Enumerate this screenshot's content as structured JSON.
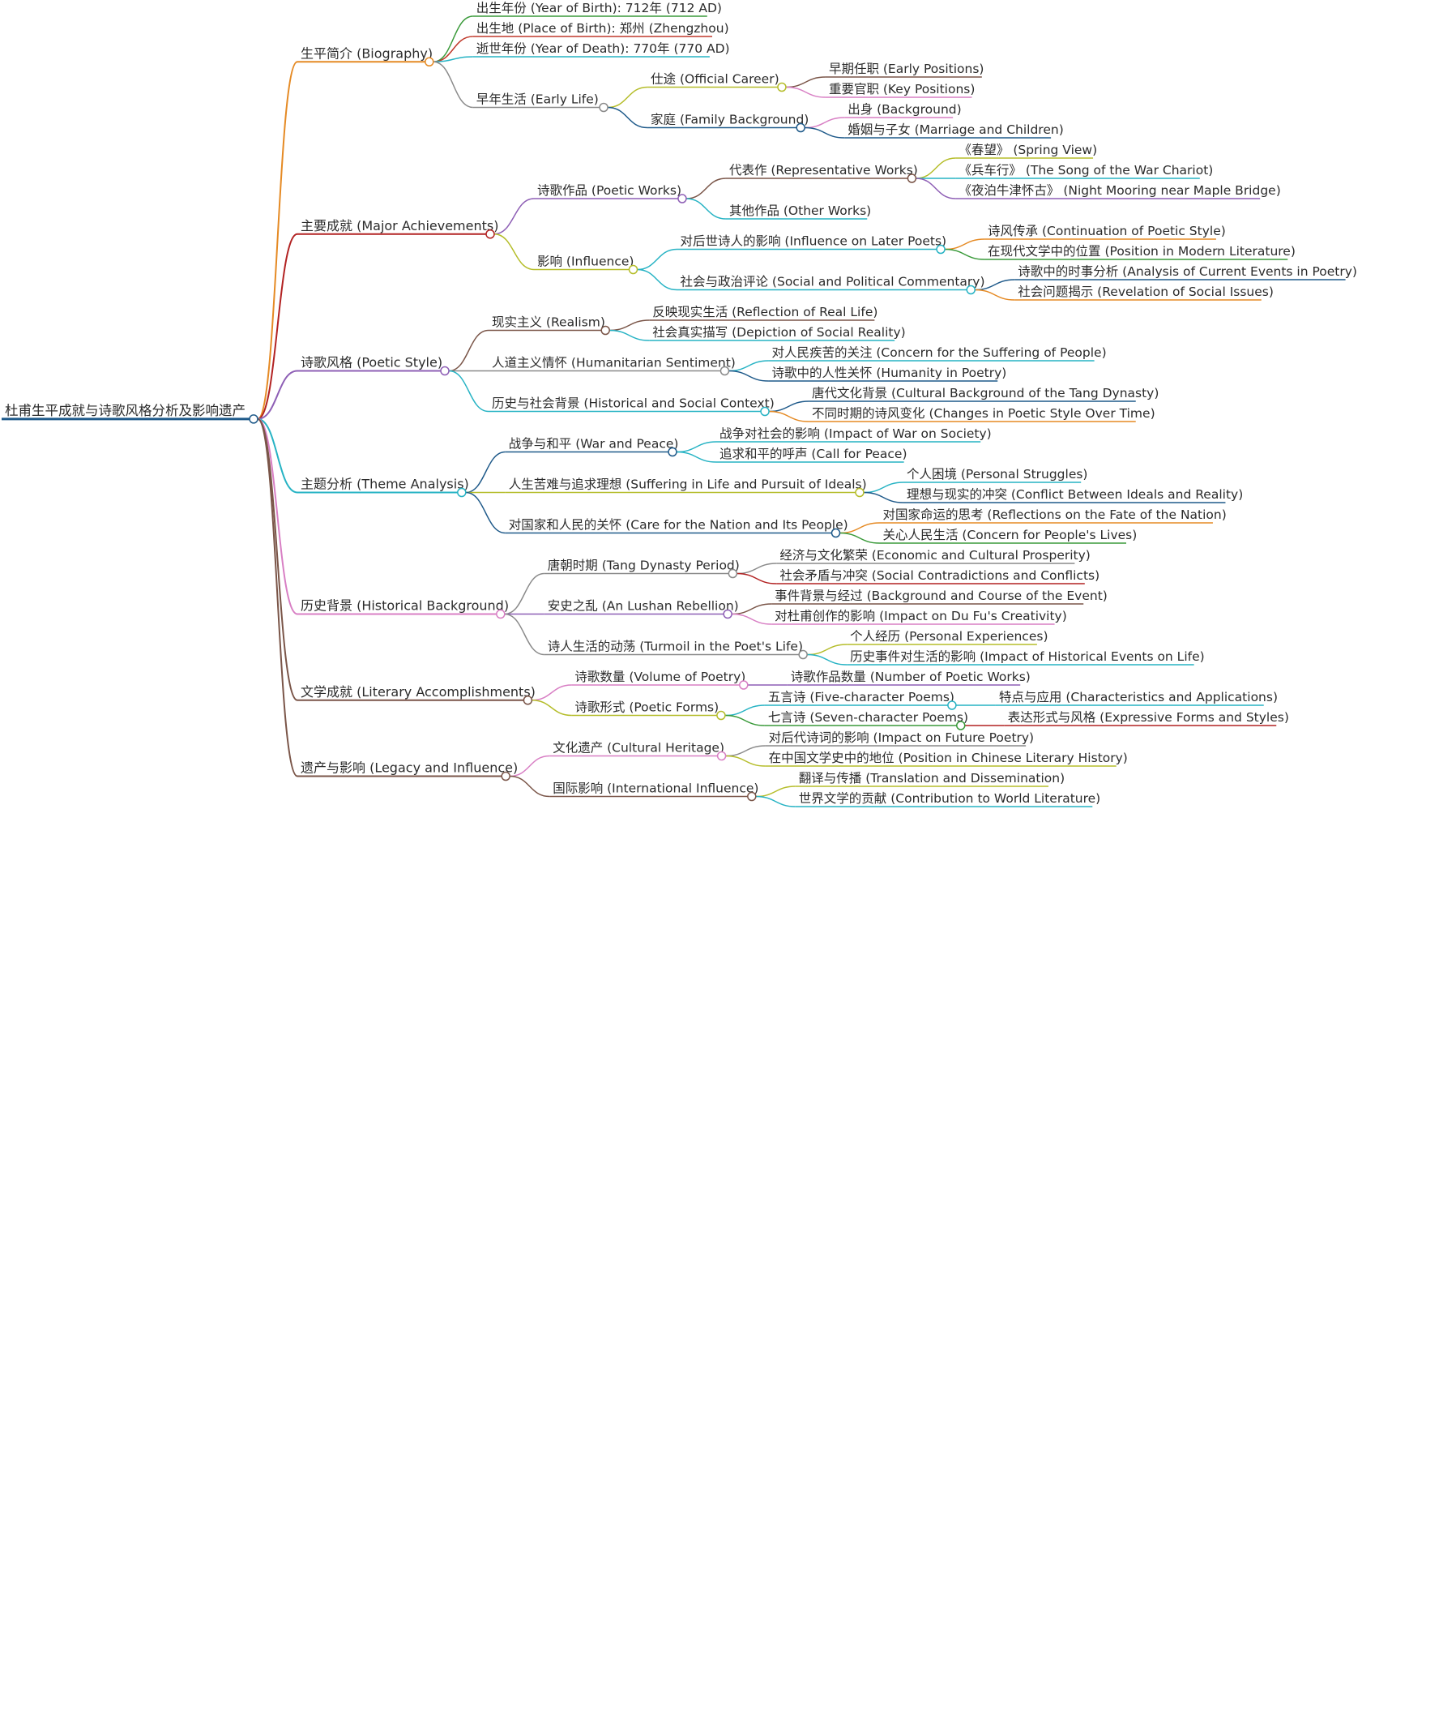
{
  "root": {
    "label": "杜甫生平成就与诗歌风格分析及影响遗产",
    "color": "#1f5a8a",
    "children": [
      {
        "label": "生平简介 (Biography)",
        "color": "#e58a24",
        "children": [
          {
            "label": "出生年份 (Year of Birth): 712年 (712 AD)",
            "color": "#3a9a3a"
          },
          {
            "label": "出生地 (Place of Birth): 郑州 (Zhengzhou)",
            "color": "#c0392b"
          },
          {
            "label": "逝世年份 (Year of Death): 770年 (770 AD)",
            "color": "#27b3c4"
          },
          {
            "label": "早年生活 (Early Life)",
            "color": "#8a8a8a",
            "children": [
              {
                "label": "仕途 (Official Career)",
                "color": "#b5bd2a",
                "children": [
                  {
                    "label": "早期任职 (Early Positions)",
                    "color": "#7a5548"
                  },
                  {
                    "label": "重要官职 (Key Positions)",
                    "color": "#d87fc4"
                  }
                ]
              },
              {
                "label": "家庭 (Family Background)",
                "color": "#1f5a8a",
                "children": [
                  {
                    "label": "出身 (Background)",
                    "color": "#d87fc4"
                  },
                  {
                    "label": "婚姻与子女 (Marriage and Children)",
                    "color": "#1f5a8a"
                  }
                ]
              }
            ]
          }
        ]
      },
      {
        "label": "主要成就 (Major Achievements)",
        "color": "#b22222",
        "children": [
          {
            "label": "诗歌作品 (Poetic Works)",
            "color": "#8e5fb5",
            "children": [
              {
                "label": "代表作 (Representative Works)",
                "color": "#7a5548",
                "children": [
                  {
                    "label": "《春望》 (Spring View)",
                    "color": "#b5bd2a"
                  },
                  {
                    "label": "《兵车行》 (The Song of the War Chariot)",
                    "color": "#27b3c4"
                  },
                  {
                    "label": "《夜泊牛津怀古》 (Night Mooring near Maple Bridge)",
                    "color": "#8e5fb5"
                  }
                ]
              },
              {
                "label": "其他作品 (Other Works)",
                "color": "#27b3c4"
              }
            ]
          },
          {
            "label": "影响 (Influence)",
            "color": "#b5bd2a",
            "children": [
              {
                "label": "对后世诗人的影响 (Influence on Later Poets)",
                "color": "#27b3c4",
                "children": [
                  {
                    "label": "诗风传承 (Continuation of Poetic Style)",
                    "color": "#e58a24"
                  },
                  {
                    "label": "在现代文学中的位置 (Position in Modern Literature)",
                    "color": "#3a9a3a"
                  }
                ]
              },
              {
                "label": "社会与政治评论 (Social and Political Commentary)",
                "color": "#27b3c4",
                "children": [
                  {
                    "label": "诗歌中的时事分析 (Analysis of Current Events in Poetry)",
                    "color": "#1f5a8a"
                  },
                  {
                    "label": "社会问题揭示 (Revelation of Social Issues)",
                    "color": "#e58a24"
                  }
                ]
              }
            ]
          }
        ]
      },
      {
        "label": "诗歌风格 (Poetic Style)",
        "color": "#8e5fb5",
        "children": [
          {
            "label": "现实主义 (Realism)",
            "color": "#7a5548",
            "children": [
              {
                "label": "反映现实生活 (Reflection of Real Life)",
                "color": "#7a5548"
              },
              {
                "label": "社会真实描写 (Depiction of Social Reality)",
                "color": "#27b3c4"
              }
            ]
          },
          {
            "label": "人道主义情怀 (Humanitarian Sentiment)",
            "color": "#8a8a8a",
            "children": [
              {
                "label": "对人民疾苦的关注 (Concern for the Suffering of People)",
                "color": "#27b3c4"
              },
              {
                "label": "诗歌中的人性关怀 (Humanity in Poetry)",
                "color": "#1f5a8a"
              }
            ]
          },
          {
            "label": "历史与社会背景 (Historical and Social Context)",
            "color": "#27b3c4",
            "children": [
              {
                "label": "唐代文化背景 (Cultural Background of the Tang Dynasty)",
                "color": "#1f5a8a"
              },
              {
                "label": "不同时期的诗风变化 (Changes in Poetic Style Over Time)",
                "color": "#e58a24"
              }
            ]
          }
        ]
      },
      {
        "label": "主题分析 (Theme Analysis)",
        "color": "#27b3c4",
        "children": [
          {
            "label": "战争与和平 (War and Peace)",
            "color": "#1f5a8a",
            "children": [
              {
                "label": "战争对社会的影响 (Impact of War on Society)",
                "color": "#27b3c4"
              },
              {
                "label": "追求和平的呼声 (Call for Peace)",
                "color": "#27b3c4"
              }
            ]
          },
          {
            "label": "人生苦难与追求理想 (Suffering in Life and Pursuit of Ideals)",
            "color": "#b5bd2a",
            "children": [
              {
                "label": "个人困境 (Personal Struggles)",
                "color": "#27b3c4"
              },
              {
                "label": "理想与现实的冲突 (Conflict Between Ideals and Reality)",
                "color": "#1f5a8a"
              }
            ]
          },
          {
            "label": "对国家和人民的关怀 (Care for the Nation and Its People)",
            "color": "#1f5a8a",
            "children": [
              {
                "label": "对国家命运的思考 (Reflections on the Fate of the Nation)",
                "color": "#e58a24"
              },
              {
                "label": "关心人民生活 (Concern for People's Lives)",
                "color": "#3a9a3a"
              }
            ]
          }
        ]
      },
      {
        "label": "历史背景 (Historical Background)",
        "color": "#d87fc4",
        "children": [
          {
            "label": "唐朝时期 (Tang Dynasty Period)",
            "color": "#8a8a8a",
            "children": [
              {
                "label": "经济与文化繁荣 (Economic and Cultural Prosperity)",
                "color": "#8a8a8a"
              },
              {
                "label": "社会矛盾与冲突 (Social Contradictions and Conflicts)",
                "color": "#b22222"
              }
            ]
          },
          {
            "label": "安史之乱 (An Lushan Rebellion)",
            "color": "#8e5fb5",
            "children": [
              {
                "label": "事件背景与经过 (Background and Course of the Event)",
                "color": "#7a5548"
              },
              {
                "label": "对杜甫创作的影响 (Impact on Du Fu's Creativity)",
                "color": "#d87fc4"
              }
            ]
          },
          {
            "label": "诗人生活的动荡 (Turmoil in the Poet's Life)",
            "color": "#8a8a8a",
            "children": [
              {
                "label": "个人经历 (Personal Experiences)",
                "color": "#b5bd2a"
              },
              {
                "label": "历史事件对生活的影响 (Impact of Historical Events on Life)",
                "color": "#27b3c4"
              }
            ]
          }
        ]
      },
      {
        "label": "文学成就 (Literary Accomplishments)",
        "color": "#7a5548",
        "children": [
          {
            "label": "诗歌数量 (Volume of Poetry)",
            "color": "#d87fc4",
            "children": [
              {
                "label": "诗歌作品数量 (Number of Poetic Works)",
                "color": "#8e5fb5"
              }
            ]
          },
          {
            "label": "诗歌形式 (Poetic Forms)",
            "color": "#b5bd2a",
            "children": [
              {
                "label": "五言诗 (Five-character Poems)",
                "color": "#27b3c4",
                "children": [
                  {
                    "label": "特点与应用 (Characteristics and Applications)",
                    "color": "#27b3c4"
                  }
                ]
              },
              {
                "label": "七言诗 (Seven-character Poems)",
                "color": "#3a9a3a",
                "children": [
                  {
                    "label": "表达形式与风格 (Expressive Forms and Styles)",
                    "color": "#b22222"
                  }
                ]
              }
            ]
          }
        ]
      },
      {
        "label": "遗产与影响 (Legacy and Influence)",
        "color": "#7a5548",
        "children": [
          {
            "label": "文化遗产 (Cultural Heritage)",
            "color": "#d87fc4",
            "children": [
              {
                "label": "对后代诗词的影响 (Impact on Future Poetry)",
                "color": "#8a8a8a"
              },
              {
                "label": "在中国文学史中的地位 (Position in Chinese Literary History)",
                "color": "#b5bd2a"
              }
            ]
          },
          {
            "label": "国际影响 (International Influence)",
            "color": "#7a5548",
            "children": [
              {
                "label": "翻译与传播 (Translation and Dissemination)",
                "color": "#b5bd2a"
              },
              {
                "label": "世界文学的贡献 (Contribution to World Literature)",
                "color": "#27b3c4"
              }
            ]
          }
        ]
      }
    ]
  }
}
